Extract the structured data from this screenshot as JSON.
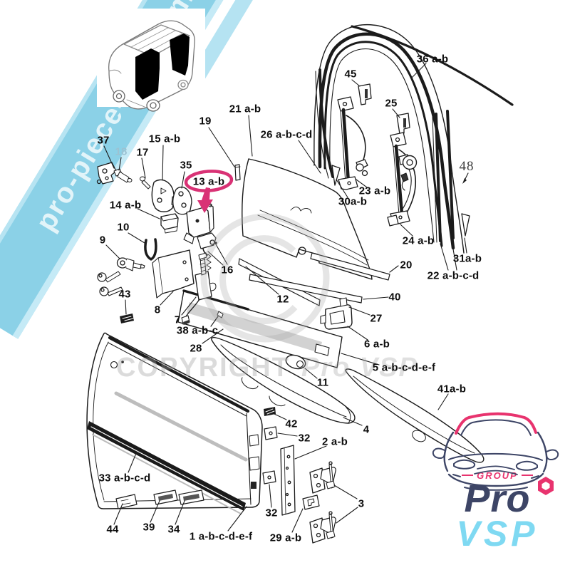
{
  "banner": {
    "text": "pro-piece-vsp.com",
    "color": "#8bd1e7"
  },
  "watermark": {
    "copyright": "COPYRIGHT",
    "brand": "Pro VSP"
  },
  "highlight": {
    "label": "13 a-b",
    "color": "#d93275"
  },
  "logo": {
    "group": "GROUP",
    "pro": "Pro",
    "vsp": "VSP",
    "accent": "#e8336e",
    "dark": "#3d4566",
    "light": "#7fd9f2"
  },
  "labels": [
    {
      "text": "37"
    },
    {
      "text": "18"
    },
    {
      "text": "17"
    },
    {
      "text": "15 a-b"
    },
    {
      "text": "35"
    },
    {
      "text": "19"
    },
    {
      "text": "13 a-b"
    },
    {
      "text": "21 a-b"
    },
    {
      "text": "26 a-b-c-d"
    },
    {
      "text": "45"
    },
    {
      "text": "25"
    },
    {
      "text": "36 a-b"
    },
    {
      "text": "48"
    },
    {
      "text": "23 a-b"
    },
    {
      "text": "30a-b"
    },
    {
      "text": "24 a-b"
    },
    {
      "text": "20"
    },
    {
      "text": "31a-b"
    },
    {
      "text": "22 a-b-c-d"
    },
    {
      "text": "14 a-b"
    },
    {
      "text": "10"
    },
    {
      "text": "9"
    },
    {
      "text": "43"
    },
    {
      "text": "8"
    },
    {
      "text": "7"
    },
    {
      "text": "16"
    },
    {
      "text": "12"
    },
    {
      "text": "40"
    },
    {
      "text": "27"
    },
    {
      "text": "6 a-b"
    },
    {
      "text": "38 a-b-c"
    },
    {
      "text": "28"
    },
    {
      "text": "5 a-b-c-d-e-f"
    },
    {
      "text": "11"
    },
    {
      "text": "4"
    },
    {
      "text": "41a-b"
    },
    {
      "text": "42"
    },
    {
      "text": "32"
    },
    {
      "text": "2 a-b"
    },
    {
      "text": "33 a-b-c-d"
    },
    {
      "text": "44"
    },
    {
      "text": "39"
    },
    {
      "text": "34"
    },
    {
      "text": "1 a-b-c-d-e-f"
    },
    {
      "text": "32"
    },
    {
      "text": "29 a-b"
    },
    {
      "text": "3"
    }
  ]
}
